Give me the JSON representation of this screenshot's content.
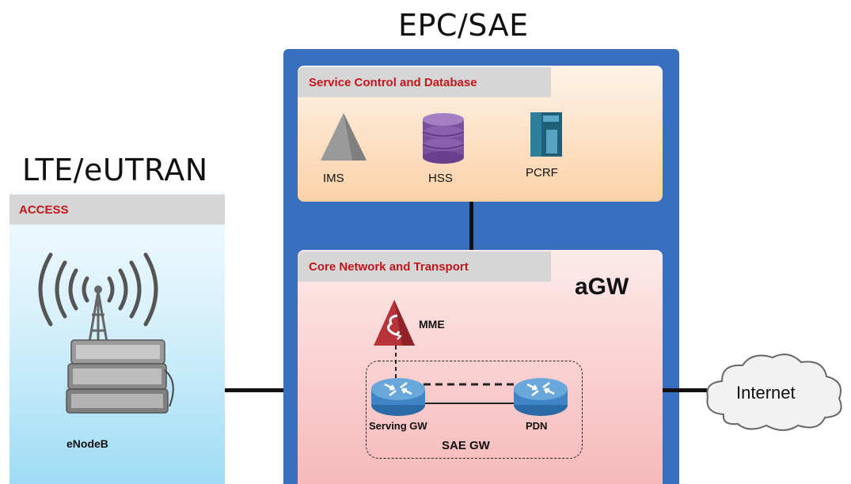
{
  "titles": {
    "epc": "EPC/SAE",
    "lte": "LTE/eUTRAN"
  },
  "access": {
    "header": "ACCESS",
    "enodeb_label": "eNodeB"
  },
  "service": {
    "header": "Service Control and Database",
    "ims": "IMS",
    "hss": "HSS",
    "pcrf": "PCRF"
  },
  "core": {
    "header": "Core Network and Transport",
    "agw": "aGW",
    "mme": "MME",
    "serving_gw": "Serving GW",
    "pdn": "PDN",
    "sae_gw": "SAE GW"
  },
  "internet": {
    "label": "Internet"
  },
  "colors": {
    "epc_blue": "#3a6fc0",
    "header_red": "#c0161b",
    "router_blue": "#3f84c4"
  }
}
